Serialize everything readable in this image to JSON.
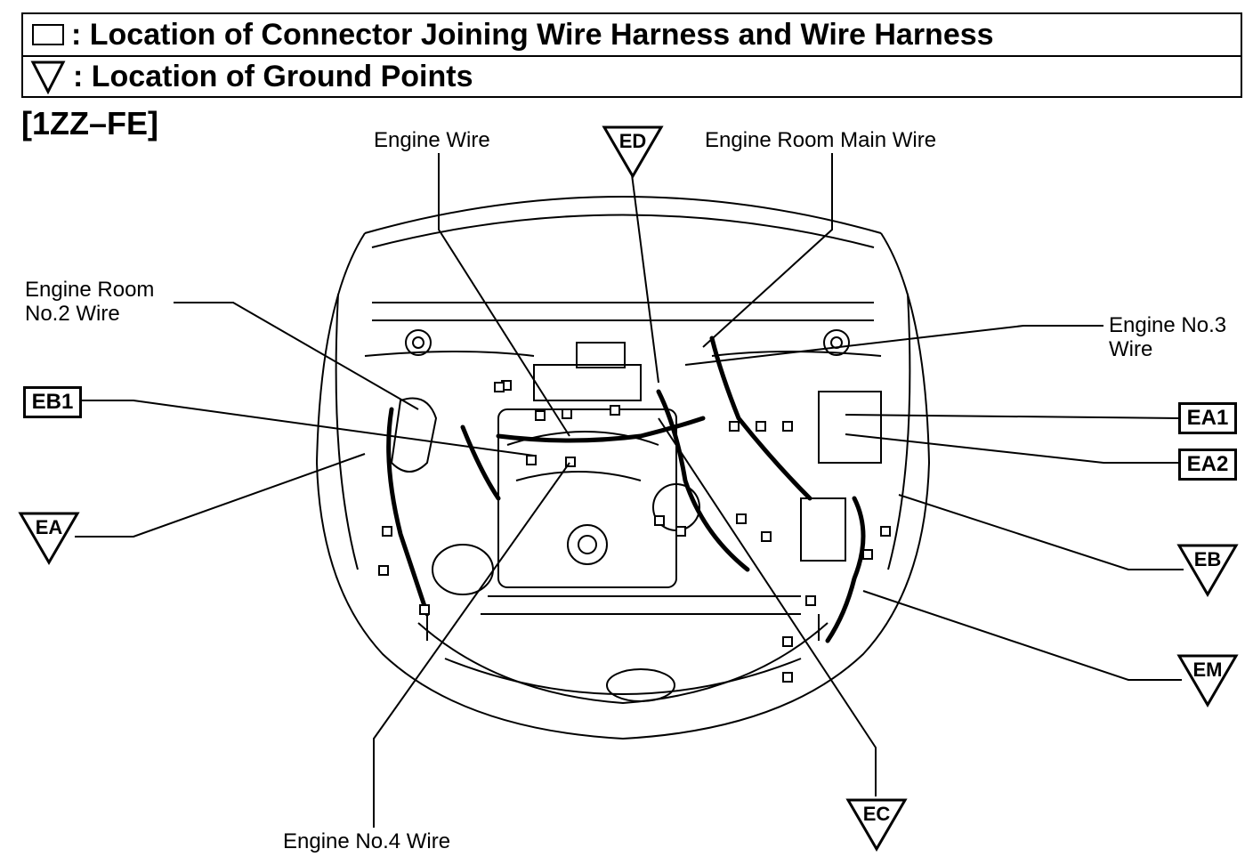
{
  "legend": {
    "connector_text": ": Location of Connector Joining Wire Harness and Wire Harness",
    "ground_text": ": Location of Ground Points"
  },
  "engine_code": "[1ZZ–FE]",
  "wire_labels": {
    "engine_wire": "Engine Wire",
    "engine_room_main_wire": "Engine Room Main Wire",
    "engine_room_no2_line1": "Engine Room",
    "engine_room_no2_line2": "No.2 Wire",
    "engine_no3_line1": "Engine No.3",
    "engine_no3_line2": "Wire",
    "engine_no4_wire": "Engine No.4 Wire"
  },
  "connectors": {
    "eb1": "EB1",
    "ea1": "EA1",
    "ea2": "EA2"
  },
  "grounds": {
    "ed": "ED",
    "ea": "EA",
    "eb": "EB",
    "em": "EM",
    "ec": "EC"
  }
}
